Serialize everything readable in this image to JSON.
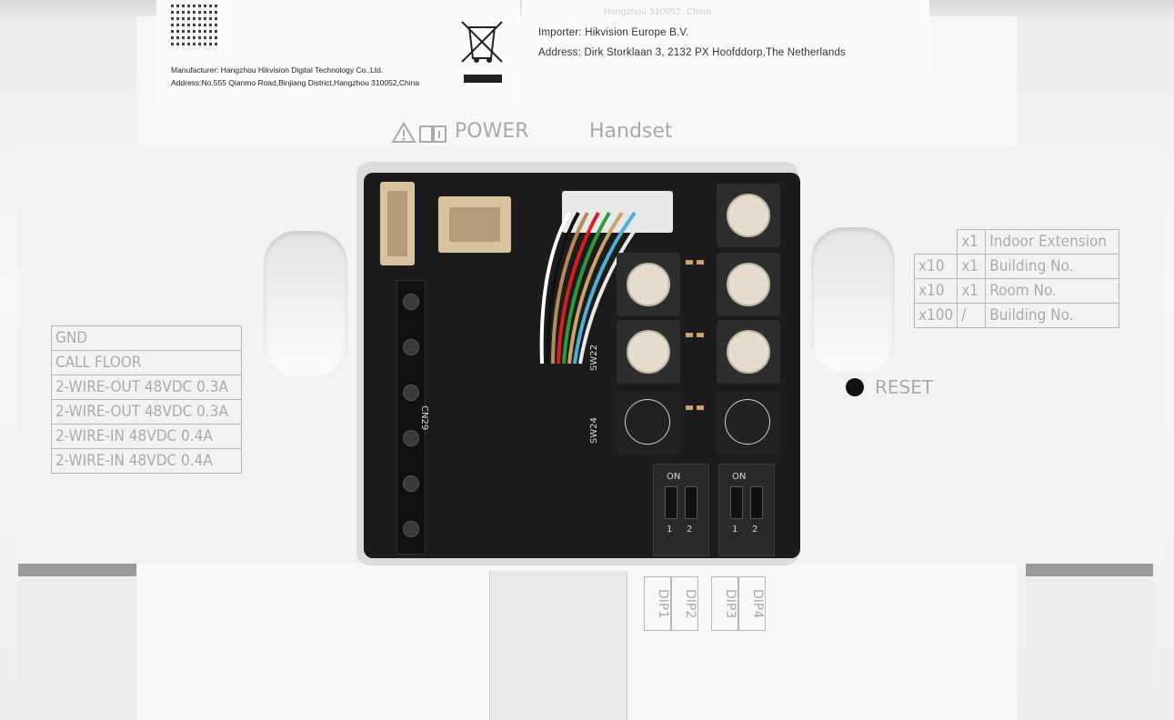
{
  "sticker_left": {
    "manufacturer": "Manufacturer: Hangzhou Hikvision Digital Technology Co.,Ltd.",
    "address": "Address:No.555 Qianmo Road,Binjiang District,Hangzhou 310052,China"
  },
  "sticker_right": {
    "top_cut": "Hangzhou 310052, China",
    "importer": "Importer: Hikvision Europe B.V.",
    "address": "Address: Dirk Storklaan 3, 2132 PX Hoofddorp,The Netherlands"
  },
  "power_label": "POWER",
  "handset_label": "Handset",
  "reset_label": "RESET",
  "terminal_labels": [
    "GND",
    "CALL FLOOR",
    "2-WIRE-OUT 48VDC 0.3A",
    "2-WIRE-OUT 48VDC 0.3A",
    "2-WIRE-IN 48VDC 0.4A",
    "2-WIRE-IN 48VDC 0.4A"
  ],
  "address_table": [
    {
      "mult1": "",
      "mult2": "x1",
      "name": "Indoor Extension"
    },
    {
      "mult1": "x10",
      "mult2": "x1",
      "name": "Building No."
    },
    {
      "mult1": "x10",
      "mult2": "x1",
      "name": "Room No."
    },
    {
      "mult1": "x100",
      "mult2": "/",
      "name": "Building No."
    }
  ],
  "dip_labels": [
    "DIP1",
    "DIP2",
    "DIP3",
    "DIP4"
  ],
  "pcb_silk": {
    "cn29": "CN29",
    "sw22": "SW22",
    "sw24": "SW24",
    "on": "ON",
    "n1": "1",
    "n2": "2"
  },
  "colors": {
    "housing": "#f4f4f4",
    "pcb": "#1c1c1c",
    "emboss_text": "#a8a8a8",
    "dial": "#e5dccd",
    "connector": "#d9c2a0"
  }
}
